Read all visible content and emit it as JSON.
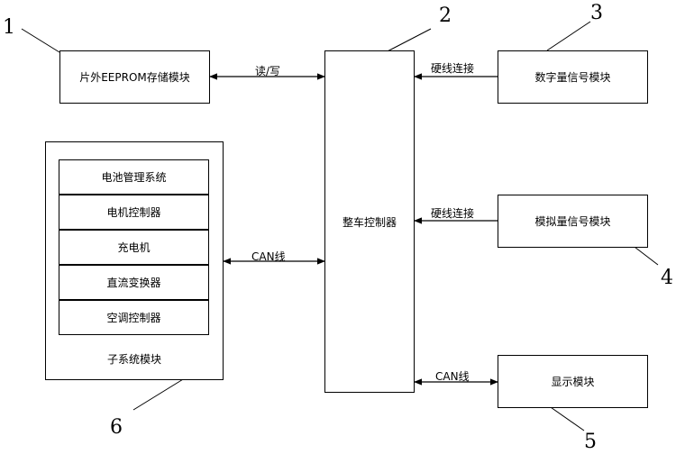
{
  "nodes": {
    "eeprom": "片外EEPROM存储模块",
    "vcu": "整车控制器",
    "digital": "数字量信号模块",
    "analog": "模拟量信号模块",
    "display": "显示模块",
    "subsystem": "子系统模块"
  },
  "subsystems": [
    "电池管理系统",
    "电机控制器",
    "充电机",
    "直流变换器",
    "空调控制器"
  ],
  "edges": {
    "rw": "读/写",
    "can_left": "CAN线",
    "hard1": "硬线连接",
    "hard2": "硬线连接",
    "can_right": "CAN线"
  },
  "callouts": [
    "1",
    "2",
    "3",
    "4",
    "5",
    "6"
  ]
}
